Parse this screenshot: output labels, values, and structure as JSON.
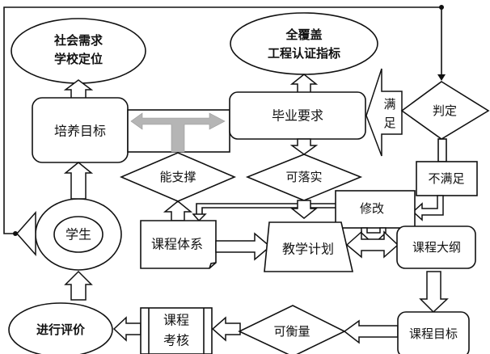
{
  "diagram": {
    "nodes": {
      "social_needs": {
        "line1": "社会需求",
        "line2": "学校定位"
      },
      "full_coverage": {
        "line1": "全覆盖",
        "line2": "工程认证指标"
      },
      "training_goal": {
        "label": "培养目标"
      },
      "graduation_req": {
        "label": "毕业要求"
      },
      "satisfied": {
        "line1": "满",
        "line2": "足"
      },
      "judge": {
        "label": "判定"
      },
      "not_satisfied": {
        "label": "不满足"
      },
      "can_support": {
        "label": "能支撑"
      },
      "can_implement": {
        "label": "可落实"
      },
      "revise": {
        "label": "修改"
      },
      "student": {
        "label": "学生"
      },
      "curriculum_system": {
        "label": "课程体系"
      },
      "teaching_plan": {
        "label": "教学计划"
      },
      "syllabus": {
        "label": "课程大纲"
      },
      "evaluate": {
        "label": "进行评价"
      },
      "course_assessment": {
        "line1": "课程",
        "line2": "考核"
      },
      "measurable": {
        "label": "可衡量"
      },
      "course_goal": {
        "label": "课程目标"
      }
    },
    "colors": {
      "stroke": "#111111",
      "fill": "#ffffff",
      "gray_arrow": "#b5b5b5"
    }
  }
}
